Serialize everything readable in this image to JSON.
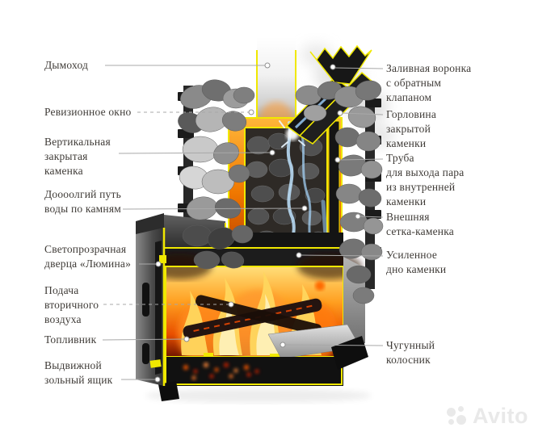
{
  "callouts": {
    "left": [
      {
        "name": "chimney",
        "text": "Дымоход"
      },
      {
        "name": "inspection-window",
        "text": "Ревизионное окно"
      },
      {
        "name": "vertical-closed-kamenka",
        "text": "Вертикальная\nзакрытая\nкаменка"
      },
      {
        "name": "water-path",
        "text": "Доооолгий путь\nводы по камням"
      },
      {
        "name": "lumina-door",
        "text": "Светопрозрачная\nдверца «Люмина»"
      },
      {
        "name": "secondary-air",
        "text": "Подача\nвторичного\nвоздуха"
      },
      {
        "name": "firebox",
        "text": "Топливник"
      },
      {
        "name": "ash-drawer",
        "text": "Выдвижной\nзольный ящик"
      }
    ],
    "right": [
      {
        "name": "fill-funnel",
        "text": "Заливная воронка\nс обратным\nклапаном"
      },
      {
        "name": "kamenka-neck",
        "text": "Горловина\nзакрытой\nкаменки"
      },
      {
        "name": "steam-outlet-pipe",
        "text": "Труба\nдля выхода пара\nиз внутренней\nкаменки"
      },
      {
        "name": "outer-mesh-kamenka",
        "text": "Внешняя\nсетка-каменка"
      },
      {
        "name": "reinforced-bottom",
        "text": "Усиленное\nдно каменки"
      },
      {
        "name": "cast-iron-grate",
        "text": "Чугунный\nколосник"
      }
    ]
  },
  "watermark": {
    "text": "Avito"
  },
  "colors": {
    "accent_yellow": "#f0e800",
    "label_text": "#3f3b37",
    "leader_line": "#a8a8a8",
    "water_blue": "#bfe4ff",
    "fire_orange": "#ff8a1a"
  }
}
